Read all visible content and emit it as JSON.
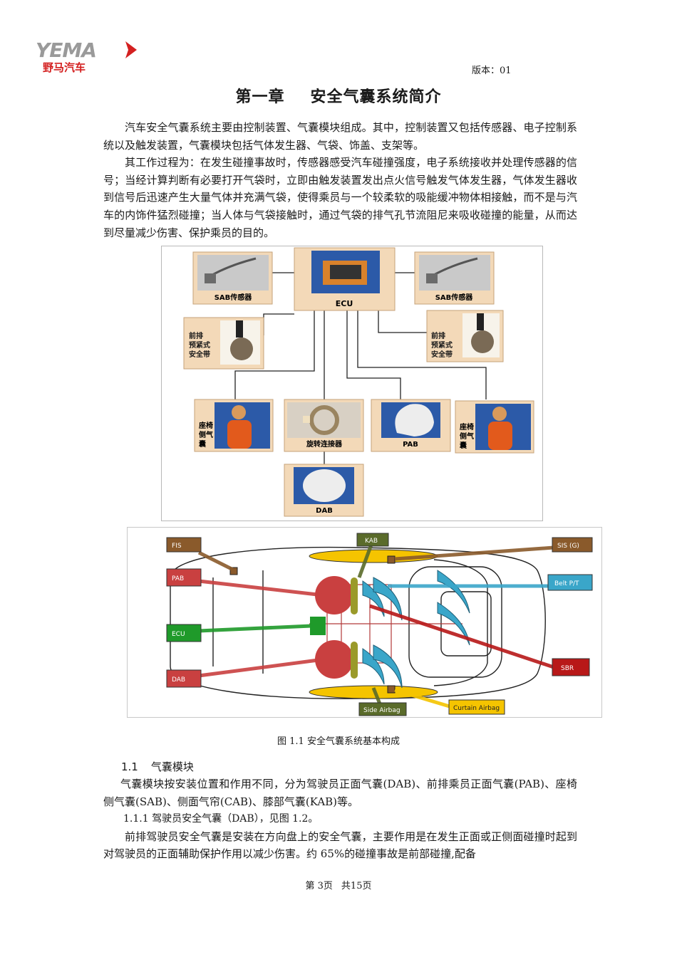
{
  "header": {
    "logo_text": "YEMA",
    "logo_cn": "野马汽车",
    "version": "版本：01"
  },
  "chapter": {
    "number": "第一章",
    "title": "安全气囊系统简介"
  },
  "paragraphs": {
    "p1": "汽车安全气囊系统主要由控制装置、气囊模块组成。其中，控制装置又包括传感器、电子控制系统以及触发装置，气囊模块包括气体发生器、气袋、饰盖、支架等。",
    "p2": "其工作过程为：在发生碰撞事故时，传感器感受汽车碰撞强度，电子系统接收并处理传感器的信号；当经计算判断有必要打开气袋时，立即由触发装置发出点火信号触发气体发生器，气体发生器收到信号后迅速产生大量气体并充满气袋，使得乘员与一个较柔软的吸能缓冲物体相接触，而不是与汽车的内饰件猛烈碰撞；当人体与气袋接触时，通过气袋的排气孔节流阻尼来吸收碰撞的能量，从而达到尽量减少伤害、保护乘员的目的。"
  },
  "figure1": {
    "ecu": "ECU",
    "sab_left": "SAB传感器",
    "sab_right": "SAB传感器",
    "belt_left": "前排\n预紧式\n安全带",
    "belt_right": "前排\n预紧式\n安全带",
    "seat_left": "座椅\n侧气\n囊",
    "seat_right": "座椅\n侧气\n囊",
    "clockspring": "旋转连接器",
    "pab": "PAB",
    "dab": "DAB"
  },
  "figure2": {
    "fis": "FIS",
    "pab": "PAB",
    "ecu": "ECU",
    "dab": "DAB",
    "kab": "KAB",
    "sis": "SIS (G)",
    "belt": "Belt P/T",
    "sbr": "SBR",
    "side_airbag": "Side Airbag",
    "curtain_airbag": "Curtain Airbag"
  },
  "caption": "图 1.1    安全气囊系统基本构成",
  "section": {
    "number": "1.1",
    "title": "气囊模块"
  },
  "paragraphs2": {
    "p3": "气囊模块按安装位置和作用不同，分为驾驶员正面气囊(DAB)、前排乘员正面气囊(PAB)、座椅侧气囊(SAB)、侧面气帘(CAB)、膝部气囊(KAB)等。",
    "p4": "1.1.1 驾驶员安全气囊（DAB），见图 1.2。",
    "p5": "前排驾驶员安全气囊是安装在方向盘上的安全气囊，主要作用是在发生正面或正侧面碰撞时起到对驾驶员的正面辅助保护作用以减少伤害。约 65%的碰撞事故是前部碰撞,配备"
  },
  "footer": {
    "page": "第 3页",
    "total": "共15页"
  },
  "colors": {
    "logo_gray": "#9a9a9a",
    "logo_red": "#d42020",
    "card_bg": "#f3d9b8",
    "photo_blue": "#2c5aa8",
    "fig2_brown": "#8a5a2b",
    "fig2_red": "#c94040",
    "fig2_green": "#1f9a2a",
    "fig2_blue": "#3aa6c9",
    "fig2_yellow": "#f5c400",
    "fig2_olive": "#5a6b2a",
    "fig2_darkred": "#b81818"
  }
}
